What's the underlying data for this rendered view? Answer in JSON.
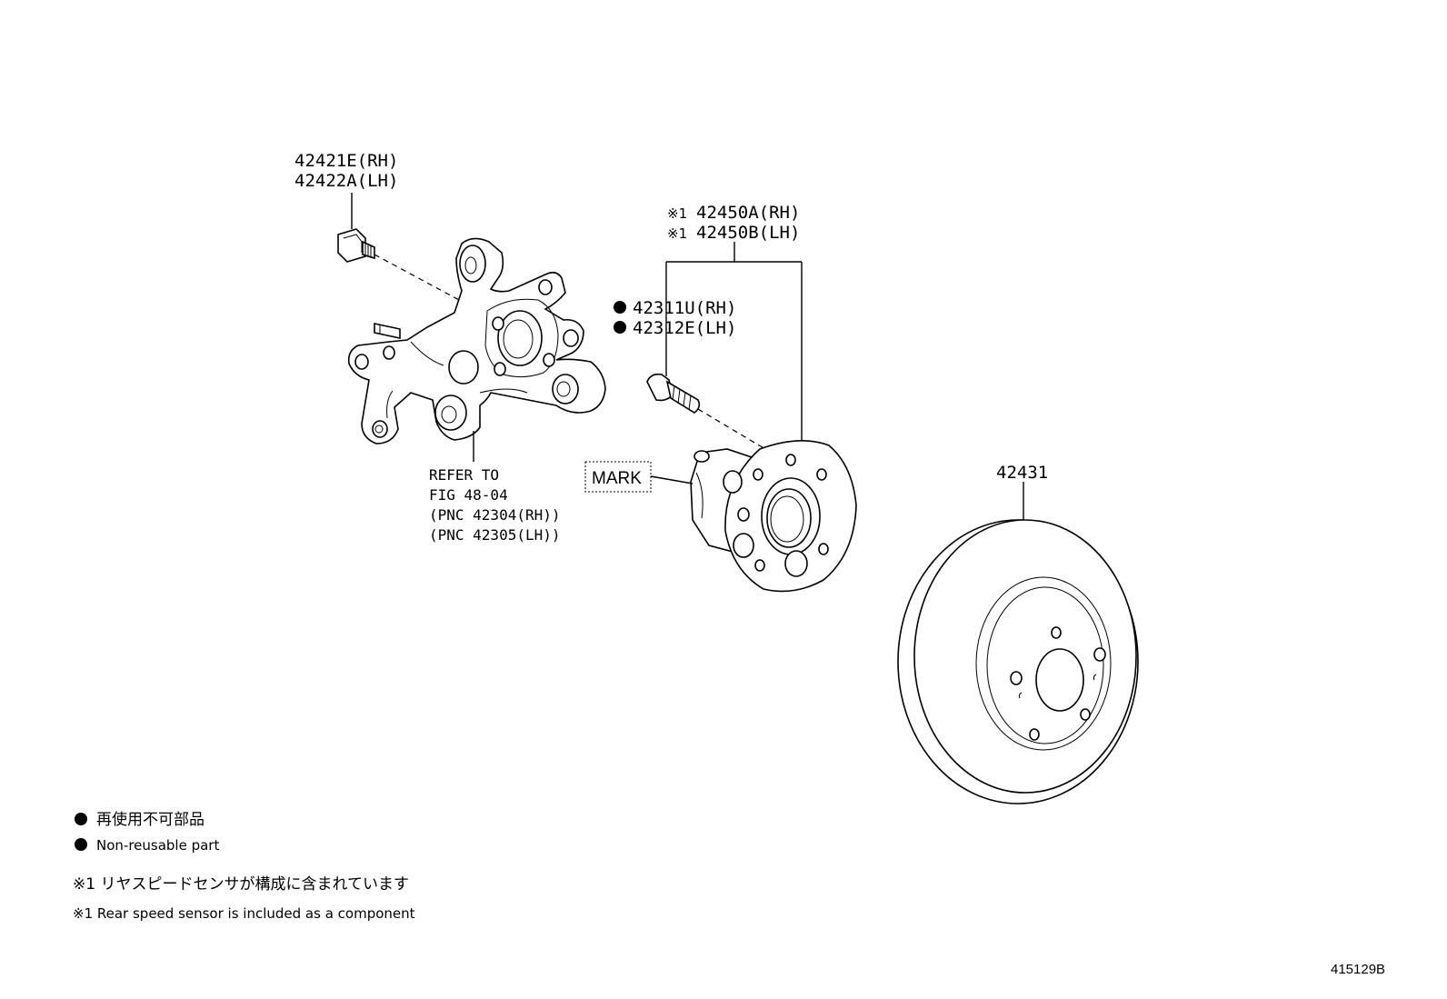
{
  "labels": {
    "knuckle_bolt": {
      "rh": "42421E(RH)",
      "lh": "42422A(LH)"
    },
    "hub_bearing": {
      "prefix": "※1",
      "rh": "42450A(RH)",
      "lh": "42450B(LH)"
    },
    "hub_bolt": {
      "rh": "42311U(RH)",
      "lh": "42312E(LH)"
    },
    "refer": [
      "REFER TO",
      "FIG 48-04",
      "(PNC 42304(RH))",
      "(PNC 42305(LH))"
    ],
    "mark": "MARK",
    "disc": "42431"
  },
  "legend": {
    "non_reusable_jp": "再使用不可部品",
    "non_reusable_en": "Non-reusable part",
    "note1_jp": "※1 リヤスピードセンサが構成に含まれています",
    "note1_en": "※1 Rear speed sensor is included as a component"
  },
  "figure_number": "415129B"
}
